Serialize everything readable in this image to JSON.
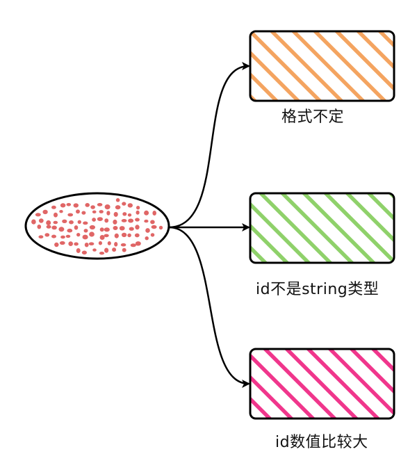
{
  "diagram": {
    "source": {
      "name": "source-ellipse",
      "fill_color": "#e06666",
      "stroke_color": "#000000"
    },
    "targets": [
      {
        "label": "格式不定",
        "color": "#f4a460"
      },
      {
        "label": "id不是string类型",
        "color": "#8fd16a"
      },
      {
        "label": "id数值比较大",
        "color": "#f0368c"
      }
    ],
    "edge_color": "#000000"
  }
}
